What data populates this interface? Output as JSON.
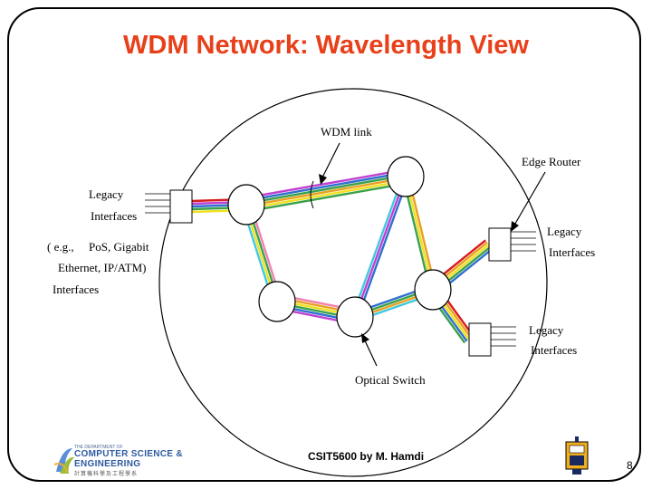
{
  "title": "WDM Network: Wavelength View",
  "labels": {
    "wdm_link": "WDM link",
    "edge_router": "Edge Router",
    "legacy_left": "Legacy",
    "interfaces_left": "Interfaces",
    "example_line1_a": "( e.g.,",
    "example_line1_b": "PoS, Gigabit",
    "example_line2": "Ethernet, IP/ATM)",
    "example_line3": "Interfaces",
    "legacy_right_top": "Legacy",
    "interfaces_right_top": "Interfaces",
    "legacy_right_bottom": "Legacy",
    "interfaces_right_bottom": "Interfaces",
    "optical_switch": "Optical Switch"
  },
  "footer": {
    "course": "CSIT5600 by M. Hamdi",
    "page": "8",
    "dept_line1": "THE DEPARTMENT OF",
    "dept_line2": "COMPUTER SCIENCE &",
    "dept_line3": "ENGINEERING",
    "dept_line4": "計算機科學及工程學系"
  },
  "colors": {
    "title": "#e8401a",
    "wavelengths": [
      "#d81b1b",
      "#e8a020",
      "#f0e020",
      "#3aa04a",
      "#2f6fd0",
      "#c040d0",
      "#40c8e0",
      "#f080b0"
    ]
  }
}
